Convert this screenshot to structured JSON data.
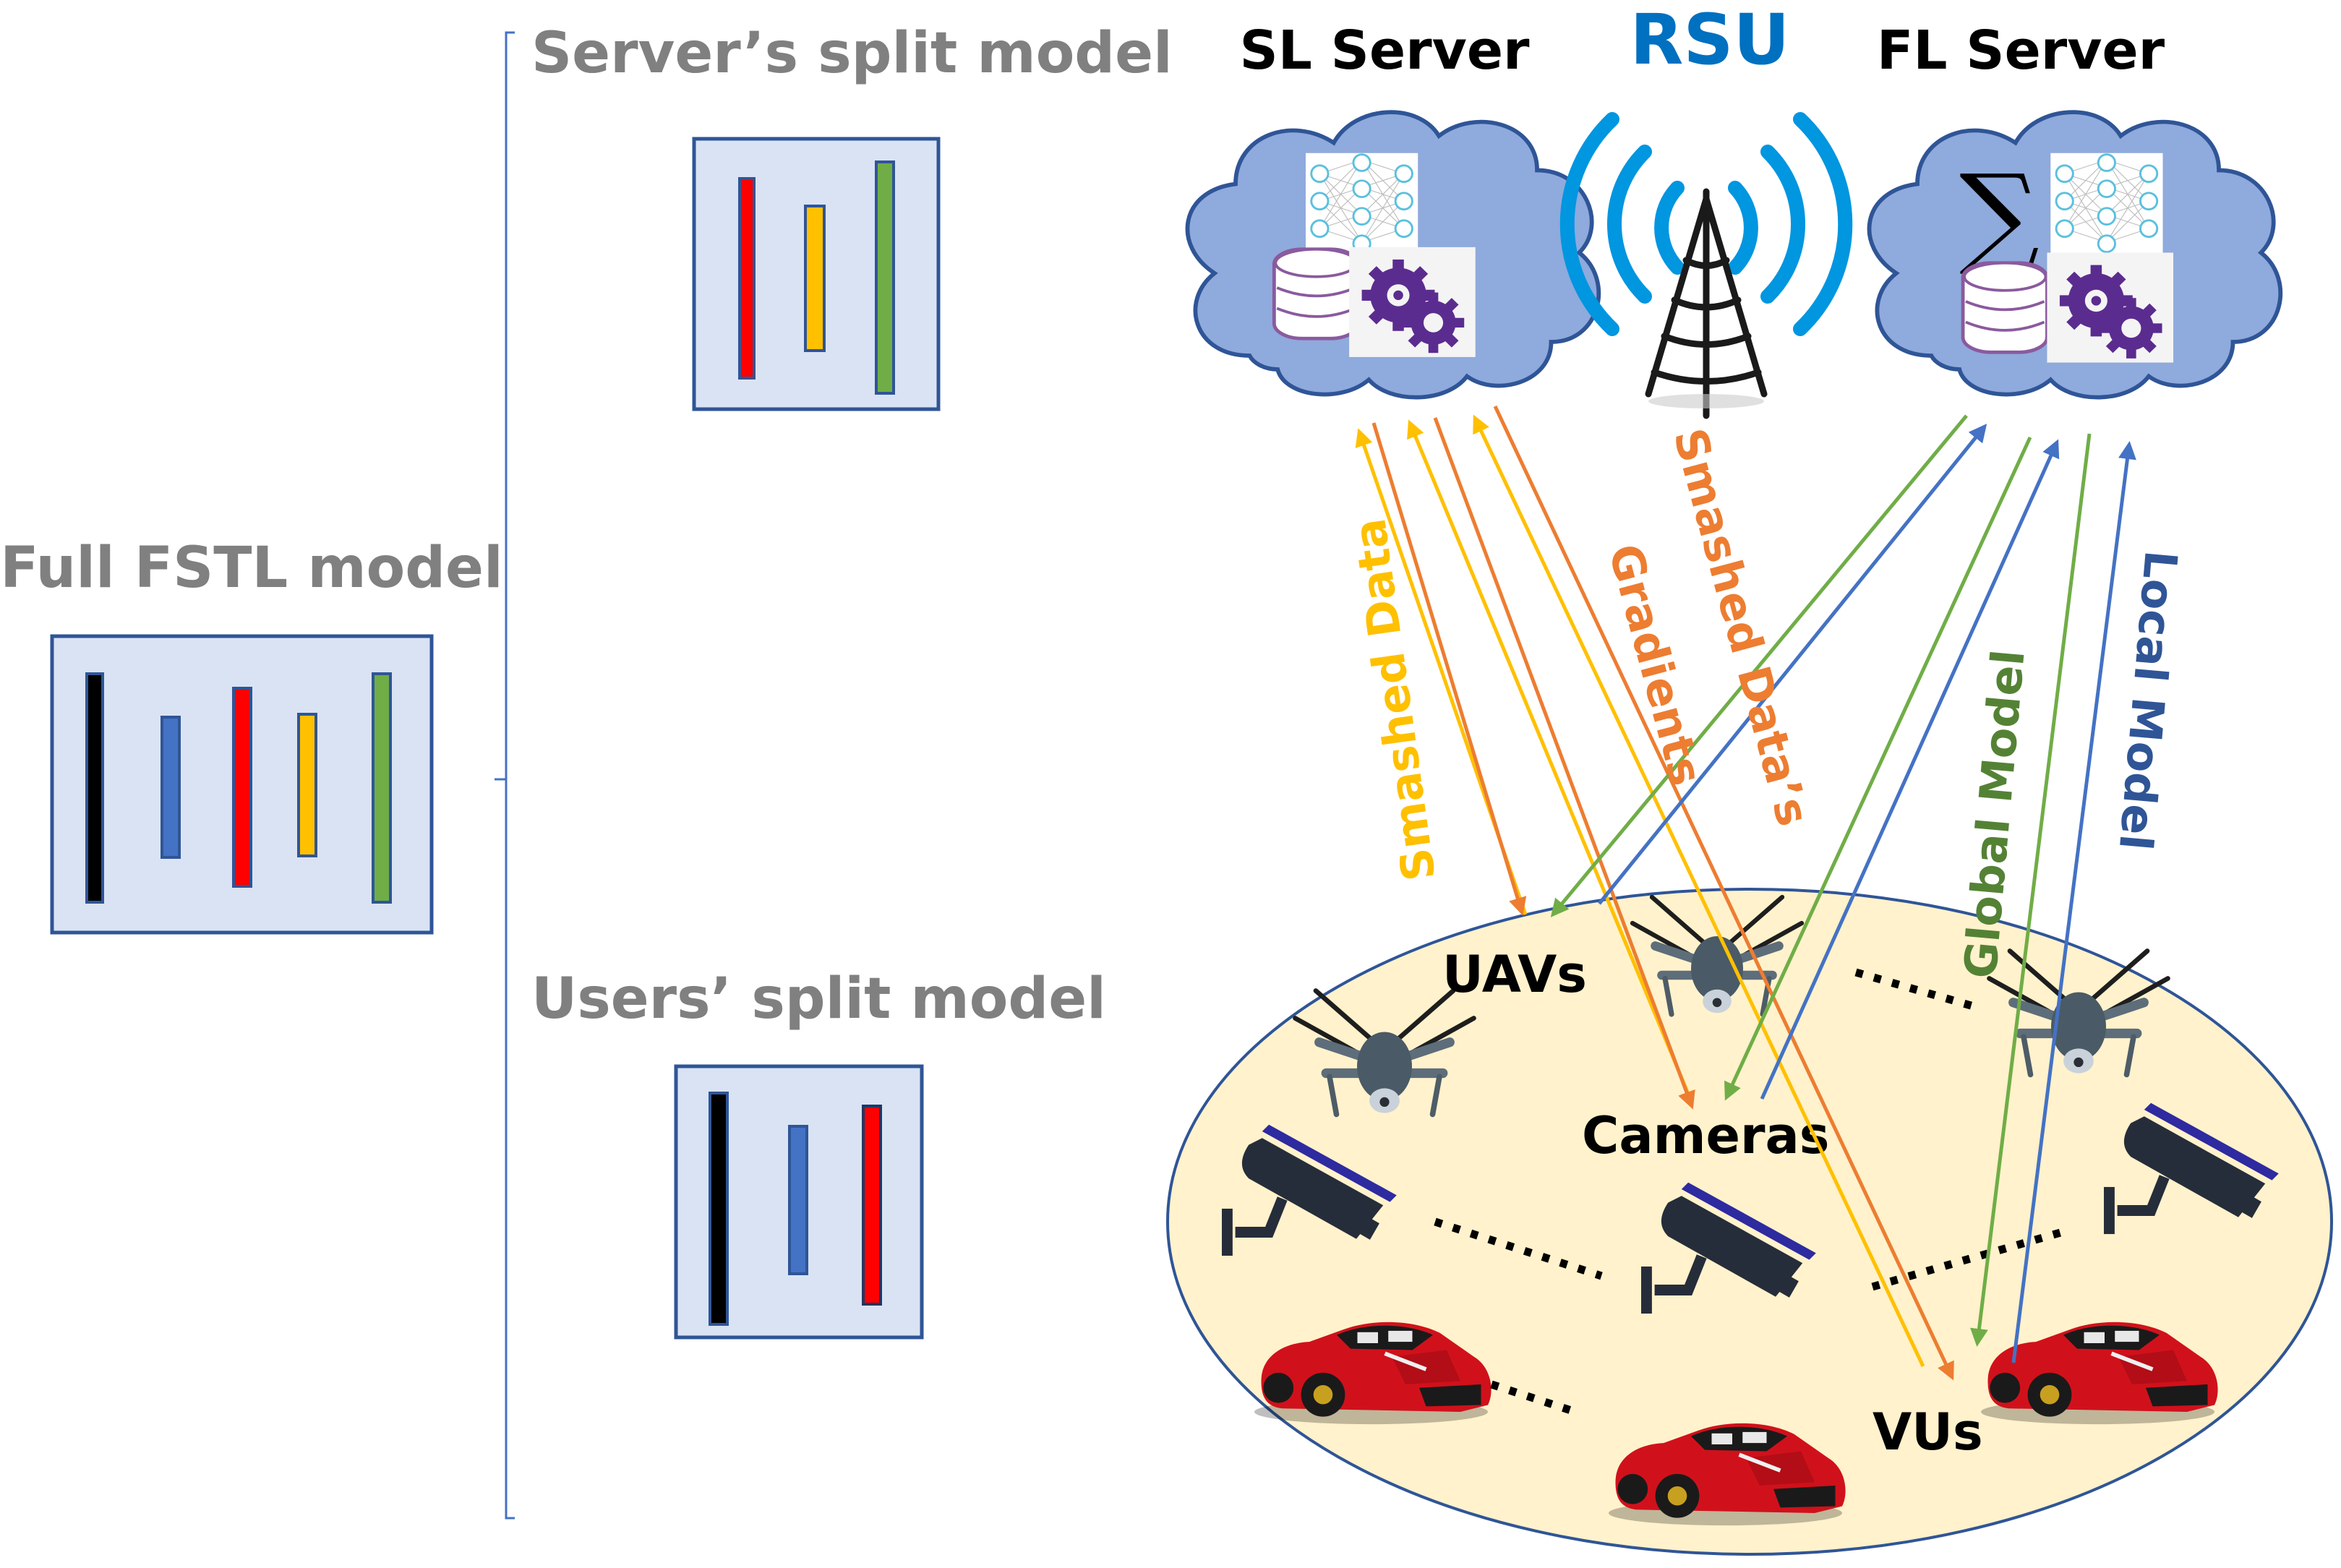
{
  "left_panel": {
    "full_model_title": "Full FSTL model",
    "server_split_title": "Server’s split model",
    "users_split_title": "Users’ split model",
    "full_model_layers": [
      "black",
      "blue",
      "red",
      "yellow",
      "green"
    ],
    "server_split_layers": [
      "red",
      "yellow",
      "green"
    ],
    "users_split_layers": [
      "black",
      "blue",
      "red"
    ]
  },
  "top": {
    "sl_server_label": "SL Server",
    "rsu_label": "RSU",
    "fl_server_label": "FL Server",
    "sl_server_icons": [
      "neural-network-icon",
      "database-icon",
      "gears-icon"
    ],
    "fl_server_icons": [
      "sigma-icon",
      "neural-network-icon",
      "database-icon",
      "gears-icon"
    ],
    "sigma_symbol": "∑"
  },
  "links": {
    "smashed_data_up": "Smashed Data",
    "gradients_down": "Gradients",
    "smashed_data_right": "Smashed Data’s",
    "global_model": "Global Model",
    "local_model": "Local Model"
  },
  "users_region": {
    "uavs_label": "UAVs",
    "cameras_label": "Cameras",
    "vus_label": "VUs"
  },
  "colors": {
    "layer_black": "#000000",
    "layer_blue": "#4472c4",
    "layer_red": "#ff0000",
    "layer_yellow": "#ffc000",
    "layer_green": "#70ad47",
    "box_fill": "#dae3f3",
    "box_stroke": "#2f5597",
    "cloud_fill": "#8faadc",
    "cloud_stroke": "#2f5597",
    "ellipse_fill": "#fff2cc",
    "ellipse_stroke": "#2f5597",
    "arrow_yellow": "#ffc000",
    "arrow_orange": "#ed7d31",
    "arrow_green": "#70ad47",
    "arrow_blue": "#4472c4",
    "label_gray": "#808080",
    "rsu_blue": "#0070c0",
    "wave_blue": "#0096e0",
    "gear_purple": "#5b2c8f",
    "camera_dark": "#262d3a",
    "camera_visor": "#2e2aa0",
    "car_red": "#d0111b"
  }
}
